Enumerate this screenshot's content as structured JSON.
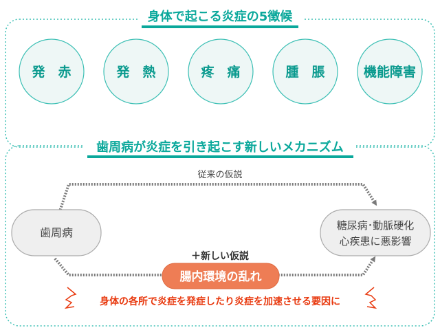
{
  "section1": {
    "title": "身体で起こる炎症の5徴候",
    "symptoms": [
      "発　赤",
      "発　熱",
      "疼　痛",
      "腫　脹",
      "機能障害"
    ]
  },
  "section2": {
    "title": "歯周病が炎症を引き起こす新しいメカニズム",
    "conventional_hypothesis": "従来の仮説",
    "source": "歯周病",
    "target_line1": "糖尿病･動脈硬化",
    "target_line2": "心疾患に悪影響",
    "new_hypothesis": "＋新しい仮説",
    "gut": "腸内環境の乱れ",
    "warning": "身体の各所で炎症を発症したり炎症を加速させる要因に"
  },
  "colors": {
    "teal": "#0aa89b",
    "orange": "#ee7d55",
    "red": "#e8380d",
    "gray": "#7a7a7a"
  }
}
